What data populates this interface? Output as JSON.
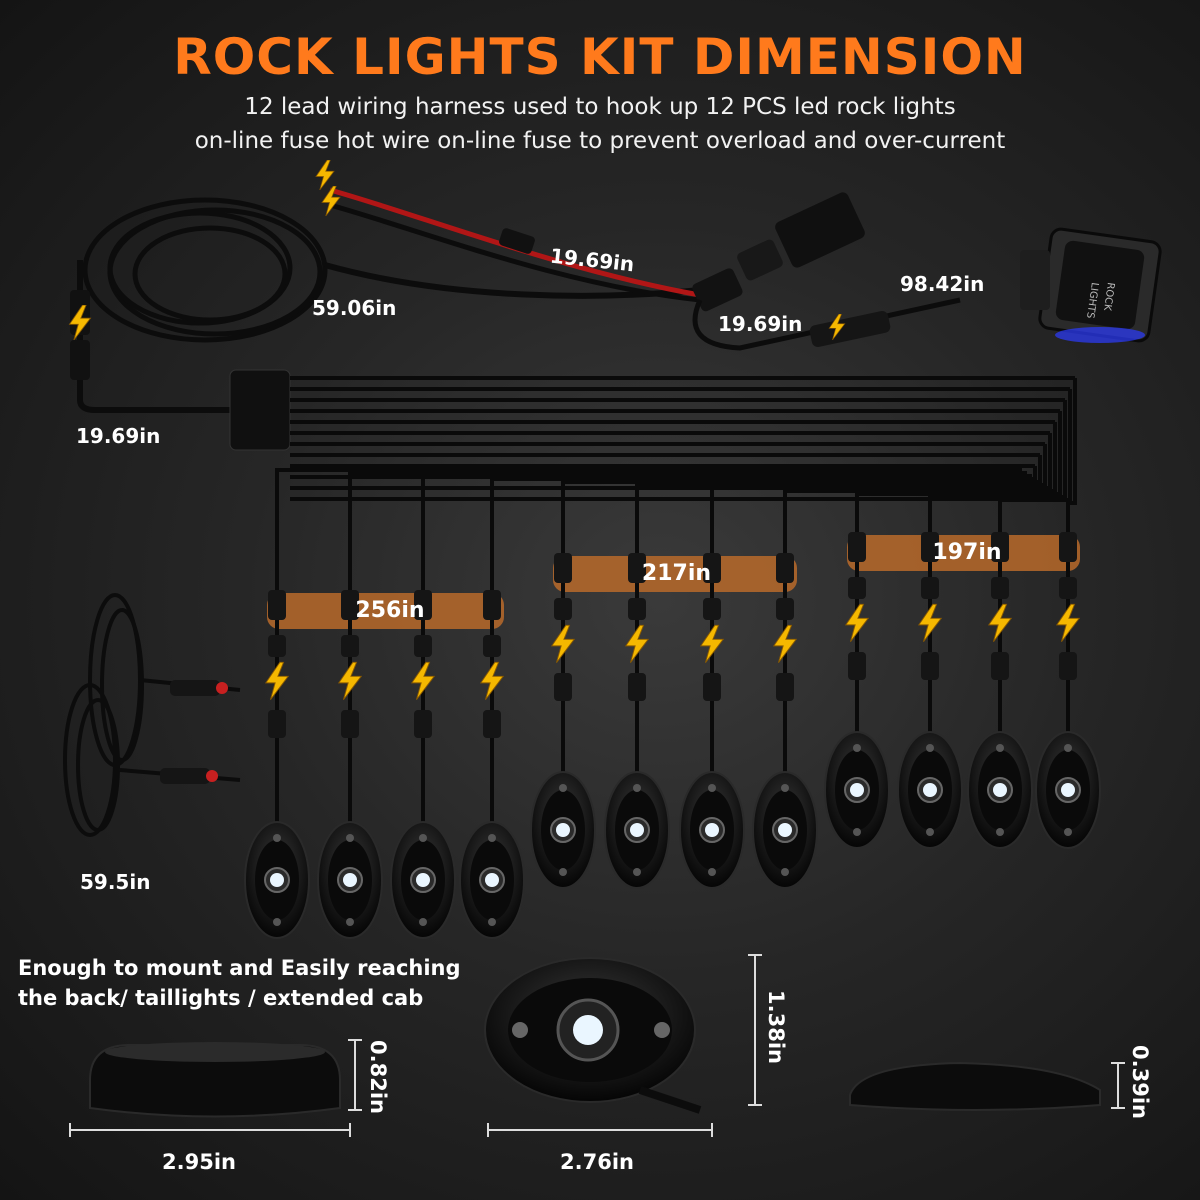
{
  "title": "ROCK LIGHTS KIT DIMENSION",
  "subtitle_lines": [
    "12 lead wiring harness used to hook up 12 PCS led rock lights",
    "on-line fuse hot wire on-line fuse to prevent overload and over-current"
  ],
  "cable_labels": {
    "fuse_wire": "19.69in",
    "main_cable": "59.06in",
    "switch_cable": "98.42in",
    "switch_lead": "19.69in",
    "hub_lead": "19.69in",
    "extension": "59.5in"
  },
  "groups": [
    {
      "label": "256in",
      "lights": 4
    },
    {
      "label": "217in",
      "lights": 4
    },
    {
      "label": "197in",
      "lights": 4
    }
  ],
  "switch_text": [
    "ROCK",
    "LIGHTS"
  ],
  "note_lines": [
    "Enough to mount and Easily reaching",
    "the back/ taillights / extended cab"
  ],
  "dimensions": {
    "left_width": "2.95in",
    "left_height": "0.82in",
    "center_width": "2.76in",
    "center_height": "1.38in",
    "right_height": "0.39in"
  },
  "colors": {
    "accent": "#ff7a1c",
    "group_band": "#b86a2a",
    "bolt": "#f5b800",
    "led": "#eaf6ff"
  },
  "icons": [
    "lightning-bolt-icon",
    "rocker-switch-icon",
    "fuse-holder-icon",
    "rock-light-pod-icon"
  ]
}
